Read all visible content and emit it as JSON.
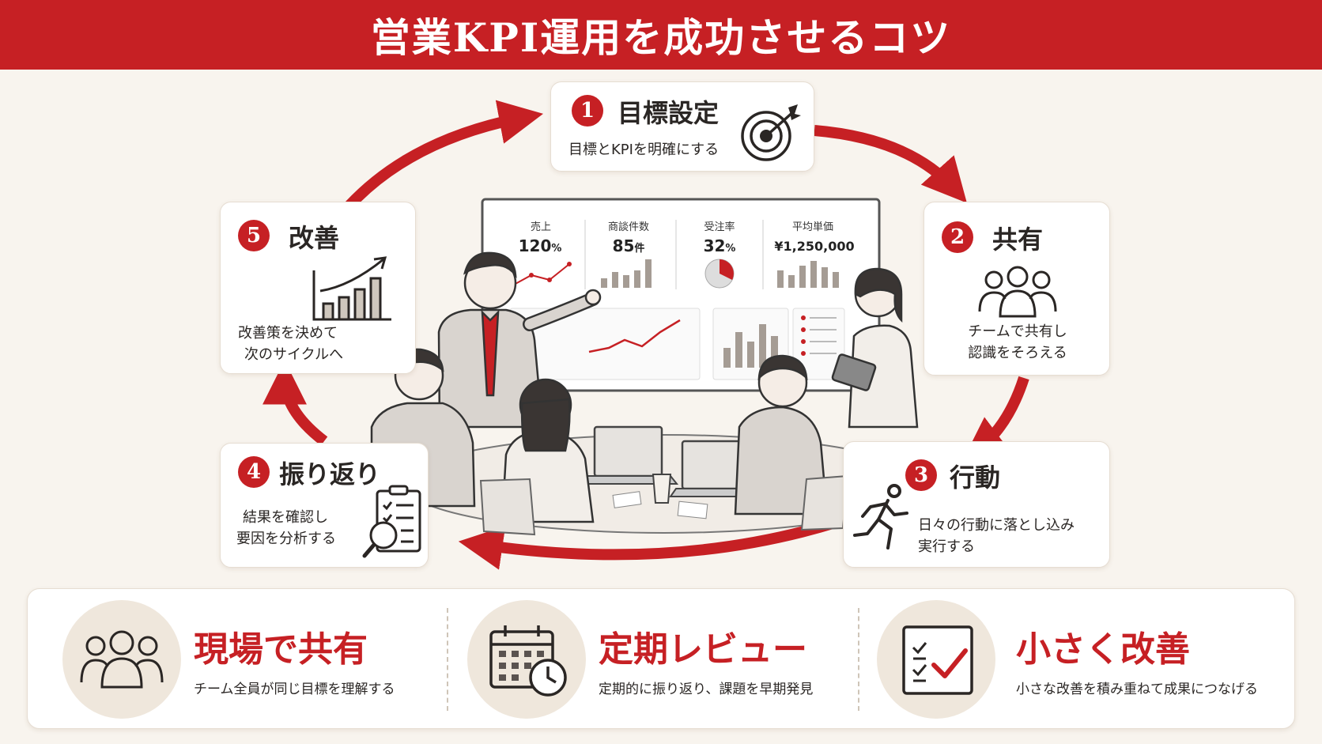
{
  "title": "営業KPI運用を成功させるコツ",
  "steps": [
    {
      "num": "1",
      "title": "目標設定",
      "desc": [
        "目標とKPIを明確にする"
      ],
      "icon": "target-icon"
    },
    {
      "num": "2",
      "title": "共有",
      "desc": [
        "チームで共有し",
        "認識をそろえる"
      ],
      "icon": "team-icon"
    },
    {
      "num": "3",
      "title": "行動",
      "desc": [
        "日々の行動に落とし込み",
        "実行する"
      ],
      "icon": "running-person-icon"
    },
    {
      "num": "4",
      "title": "振り返り",
      "desc": [
        "結果を確認し",
        "要因を分析する"
      ],
      "icon": "checklist-magnifier-icon"
    },
    {
      "num": "5",
      "title": "改善",
      "desc": [
        "改善策を決めて",
        "次のサイクルへ"
      ],
      "icon": "growth-chart-icon"
    }
  ],
  "dashboard": {
    "kpis": [
      {
        "label": "売上",
        "value": "120",
        "unit": "%"
      },
      {
        "label": "商談件数",
        "value": "85",
        "unit": "件"
      },
      {
        "label": "受注率",
        "value": "32",
        "unit": "%"
      },
      {
        "label": "平均単価",
        "value": "¥1,250,000",
        "unit": ""
      }
    ]
  },
  "tips": [
    {
      "title": "現場で共有",
      "desc": "チーム全員が同じ目標を理解する",
      "icon": "team-icon"
    },
    {
      "title": "定期レビュー",
      "desc": "定期的に振り返り、課題を早期発見",
      "icon": "calendar-clock-icon"
    },
    {
      "title": "小さく改善",
      "desc": "小さな改善を積み重ねて成果につなげる",
      "icon": "checkbox-list-icon"
    }
  ],
  "colors": {
    "accent": "#c62024",
    "background": "#f8f4ee",
    "card": "#ffffff",
    "tip_circle": "#efe7dc"
  }
}
